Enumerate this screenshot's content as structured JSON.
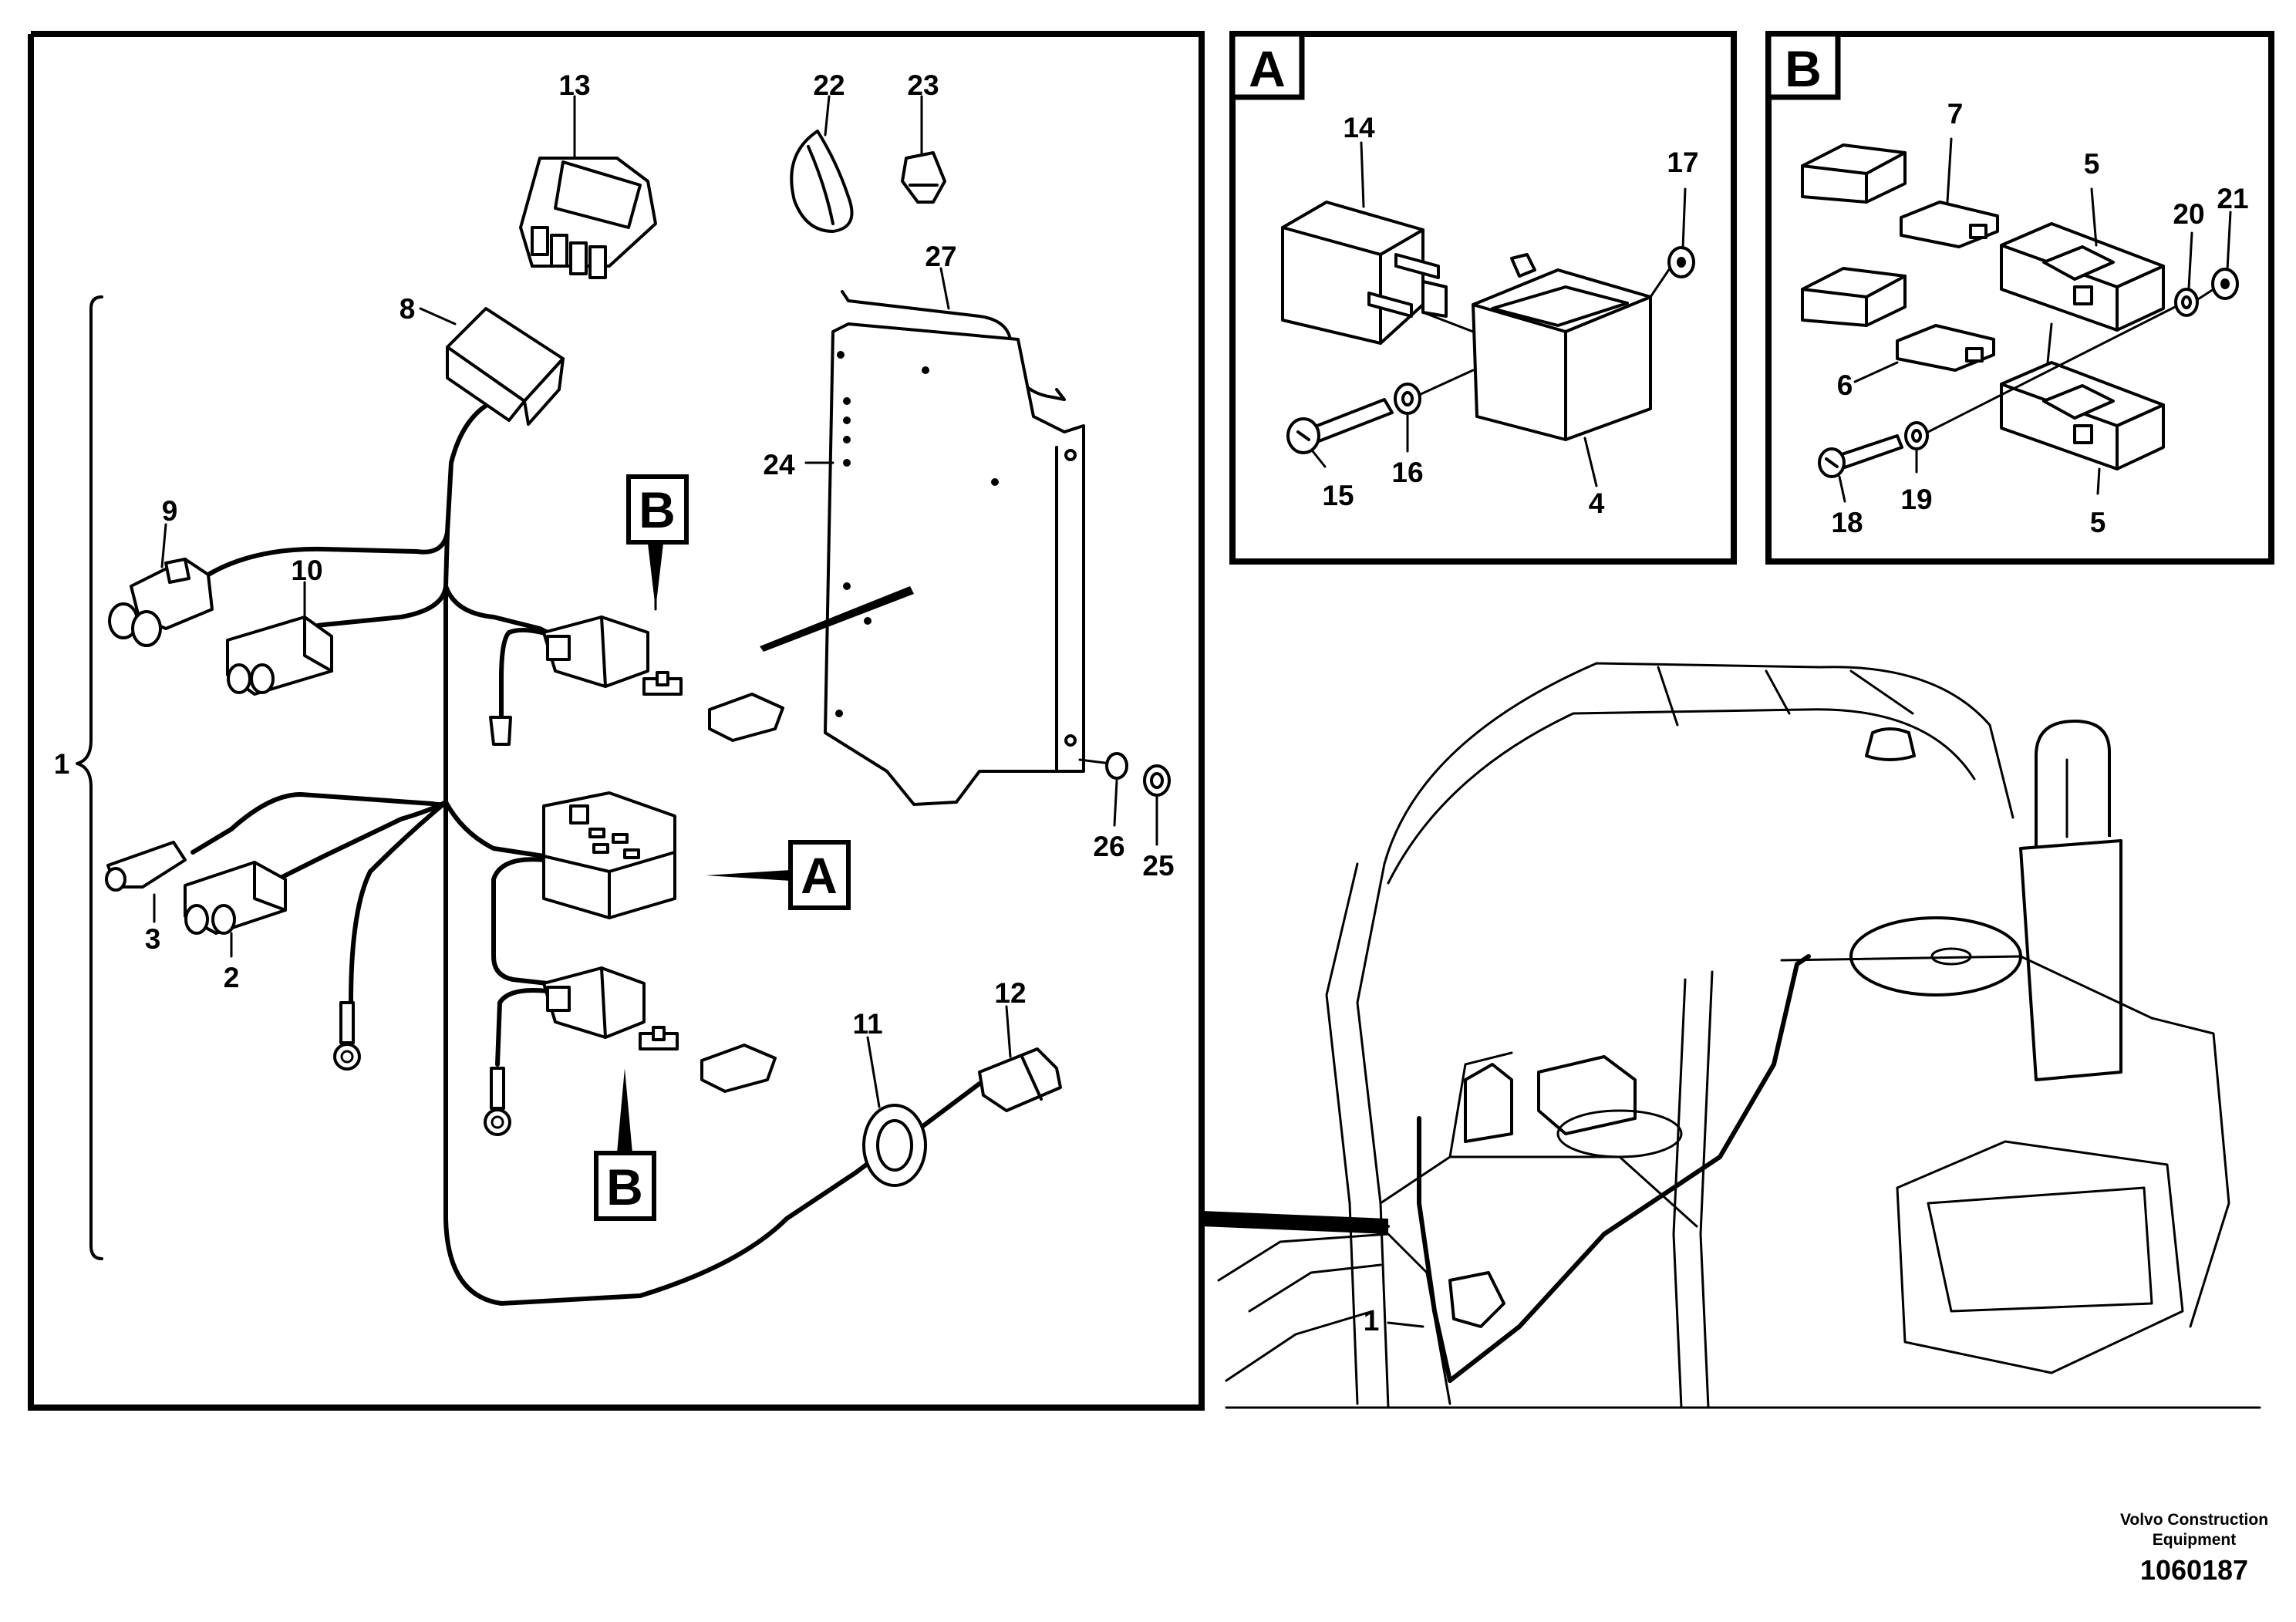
{
  "callouts": {
    "c1": "1",
    "c2": "2",
    "c3": "3",
    "c4": "4",
    "c5a": "5",
    "c5b": "5",
    "c6": "6",
    "c7": "7",
    "c8": "8",
    "c9": "9",
    "c10": "10",
    "c11": "11",
    "c12": "12",
    "c13": "13",
    "c14": "14",
    "c15": "15",
    "c16": "16",
    "c17": "17",
    "c18": "18",
    "c19": "19",
    "c20": "20",
    "c21": "21",
    "c22": "22",
    "c23": "23",
    "c24": "24",
    "c25": "25",
    "c26": "26",
    "c27": "27",
    "c1_machine": "1"
  },
  "tags": {
    "detail_a_tag": "A",
    "detail_b_tag": "B",
    "ref_b_upper": "B",
    "ref_a": "A",
    "ref_b_lower": "B"
  },
  "footer": {
    "credit_line1": "Volvo Construction",
    "credit_line2": "Equipment",
    "doc_number": "1060187"
  }
}
